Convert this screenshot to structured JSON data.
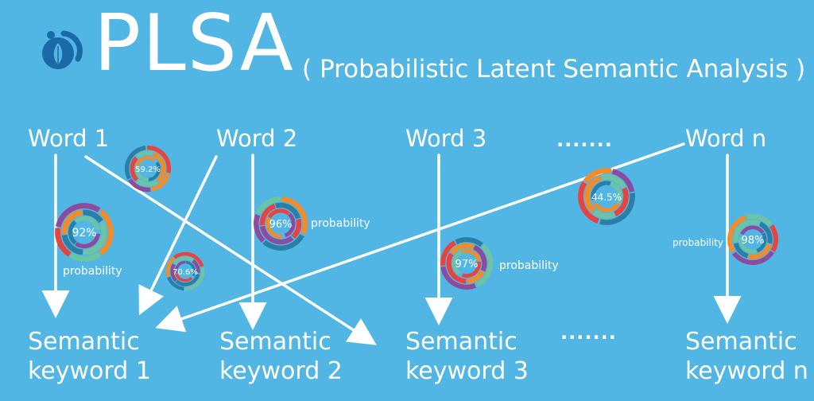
{
  "title": "PLSA",
  "subtitle": "( Probabilistic Latent Semantic Analysis )",
  "words": [
    "Word 1",
    "Word 2",
    "Word 3",
    "Word n"
  ],
  "ellipsis_top": ".......",
  "ellipsis_bottom": ".......",
  "keywords": [
    {
      "line1": "Semantic",
      "line2": "keyword 1"
    },
    {
      "line1": "Semantic",
      "line2": "keyword 2"
    },
    {
      "line1": "Semantic",
      "line2": "keyword 3"
    },
    {
      "line1": "Semantic",
      "line2": "keyword n"
    }
  ],
  "probability_label": "probability",
  "donuts": [
    {
      "value": "59.2%",
      "fraction": 0.592
    },
    {
      "value": "92%",
      "fraction": 0.92
    },
    {
      "value": "70.6%",
      "fraction": 0.706
    },
    {
      "value": "96%",
      "fraction": 0.96
    },
    {
      "value": "97%",
      "fraction": 0.97
    },
    {
      "value": "44.5%",
      "fraction": 0.445
    },
    {
      "value": "98%",
      "fraction": 0.98
    }
  ],
  "colors": {
    "background": "#52b6e5",
    "text": "#ffffff",
    "arrow": "#ffffff",
    "donut_ring": [
      "#e8433f",
      "#f28c28",
      "#6dc4a3",
      "#2b7fa6",
      "#8e4a9c"
    ]
  },
  "icons": {
    "logo": "leaf-gear-logo-icon"
  }
}
